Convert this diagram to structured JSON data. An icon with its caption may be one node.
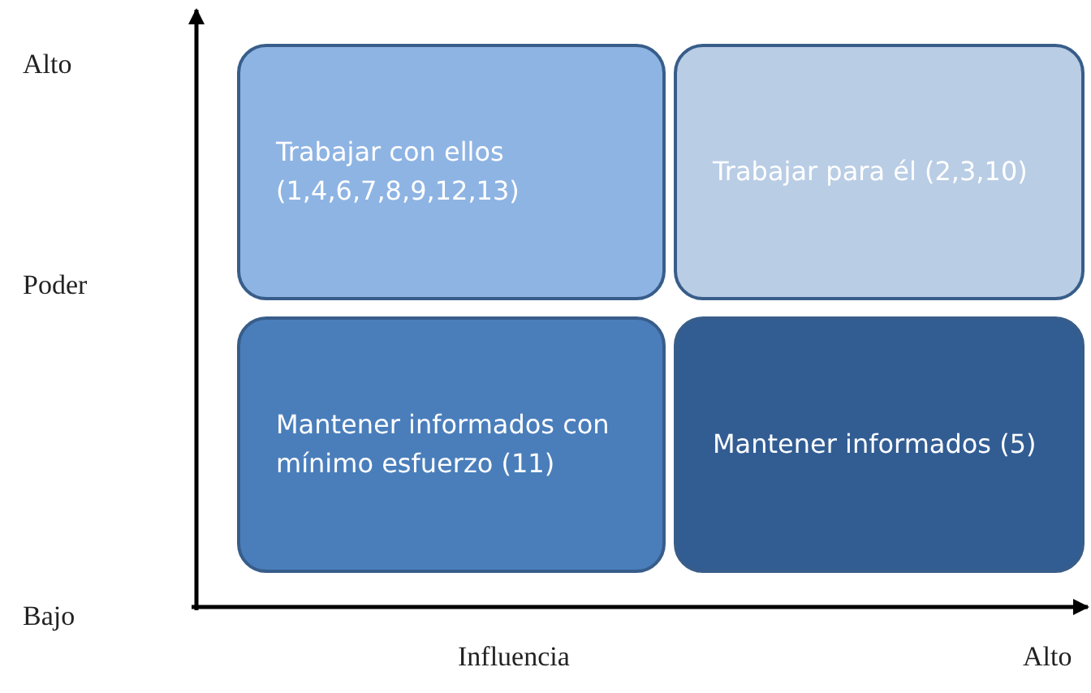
{
  "diagram": {
    "nodes": [
      {
        "text": [
          "Trabajar con ellos (1,4,6,7,8,9,12,13)"
        ]
      },
      {
        "text": [
          "Trabajar para él (2,3,10)"
        ]
      },
      {
        "text": [
          "Mantener informados con mínimo esfuerzo (11)"
        ]
      },
      {
        "text": [
          "Mantener informados (5)"
        ]
      }
    ],
    "edges": [],
    "labels": [
      "Alto",
      "Poder",
      "Bajo",
      "Influencia",
      "Alto"
    ]
  }
}
